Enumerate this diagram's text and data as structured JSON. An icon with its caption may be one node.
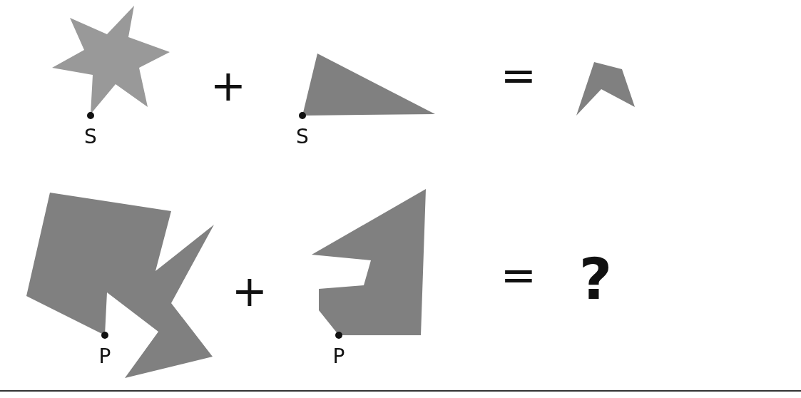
{
  "diagram": {
    "labels": [
      "S",
      "+",
      "S",
      "=",
      "P",
      "+",
      "P",
      "=",
      "?"
    ]
  }
}
